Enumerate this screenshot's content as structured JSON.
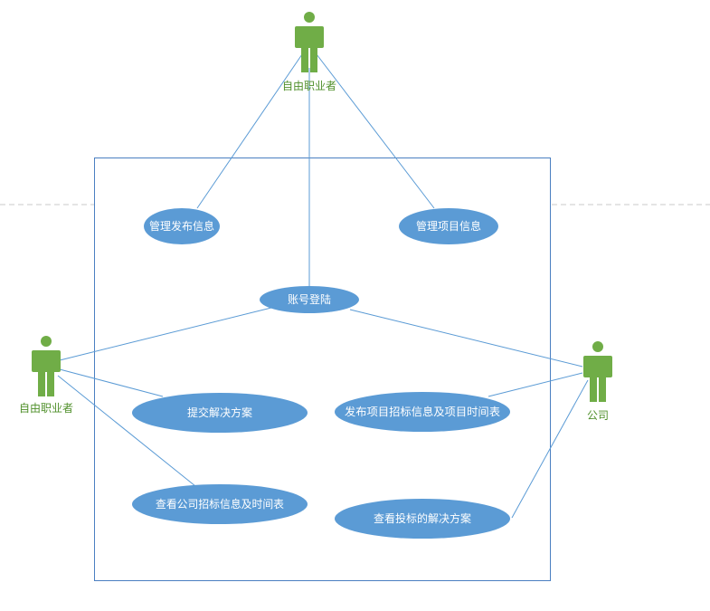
{
  "colors": {
    "usecase_fill": "#5b9bd5",
    "usecase_text": "#ffffff",
    "actor_fill": "#70ad47",
    "actor_label": "#4f8f2a",
    "line": "#5b9bd5",
    "dash": "#c9c9c9",
    "boundary": "#4a7fc1"
  },
  "actors": {
    "top": {
      "label": "自由职业者",
      "icon": "stick-figure"
    },
    "left": {
      "label": "自由职业者",
      "icon": "stick-figure"
    },
    "right": {
      "label": "公司",
      "icon": "stick-figure"
    }
  },
  "usecases": {
    "manage_publish": "管理发布信息",
    "manage_project": "管理项目信息",
    "login": "账号登陆",
    "submit_solution": "提交解决方案",
    "publish_bid": "发布项目招标信息及项目时间表",
    "view_company_bid": "查看公司招标信息及时间表",
    "view_solution": "查看投标的解决方案"
  }
}
